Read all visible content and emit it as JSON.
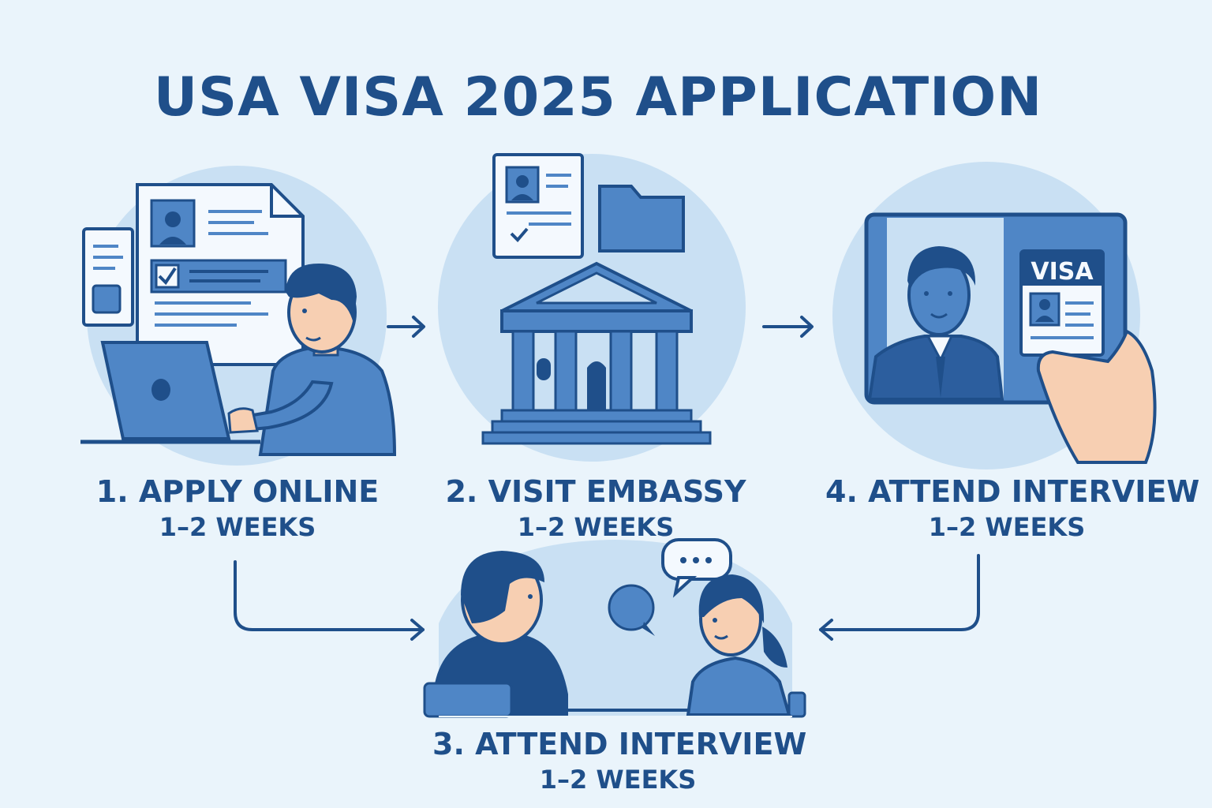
{
  "title": "USA VISA 2025 APPLICATION",
  "steps": [
    {
      "label": "1. APPLY ONLINE",
      "duration": "1–2 WEEKS",
      "icon": "laptop-application-icon"
    },
    {
      "label": "2. VISIT EMBASSY",
      "duration": "1–2 WEEKS",
      "icon": "embassy-building-icon"
    },
    {
      "label": "3. ATTEND INTERVIEW",
      "duration": "1–2 WEEKS",
      "icon": "interview-conversation-icon"
    },
    {
      "label": "4. ATTEND INTERVIEW",
      "duration": "1–2 WEEKS",
      "icon": "visa-passport-icon"
    }
  ],
  "visa_card_text": "VISA",
  "colors": {
    "background": "#eaf4fb",
    "primary": "#1f4f8a",
    "accent": "#4f86c6",
    "light": "#c9e0f3"
  }
}
